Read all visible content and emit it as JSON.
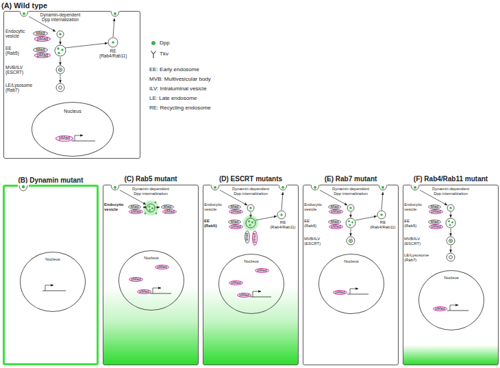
{
  "diagram": {
    "nodes": [
      {
        "text": [
          "(A) Wild type"
        ]
      },
      {
        "text": [
          "Mad"
        ],
        "in": 0
      },
      {
        "text": [
          "pMad"
        ],
        "in": 0
      },
      {
        "text": [
          "Mad"
        ],
        "in": 0
      },
      {
        "text": [
          "pMad"
        ],
        "in": 0
      },
      {
        "text": [
          "Nucleus"
        ],
        "in": 0
      },
      {
        "text": [
          "pMad"
        ],
        "in": 5
      },
      {
        "text": [
          "(B) Dynamin mutant"
        ]
      },
      {
        "text": [
          "Nucleus"
        ],
        "in": 7
      },
      {
        "text": [
          "(C) Rab5 mutant"
        ]
      },
      {
        "text": [
          "Mad"
        ],
        "in": 9
      },
      {
        "text": [
          "pMad"
        ],
        "in": 9
      },
      {
        "text": [
          "Mad"
        ],
        "in": 9
      },
      {
        "text": [
          "pMad"
        ],
        "in": 9
      },
      {
        "text": [
          "Nucleus"
        ],
        "in": 9
      },
      {
        "text": [
          "pMad"
        ],
        "in": 14
      },
      {
        "text": [
          "pMad"
        ],
        "in": 14
      },
      {
        "text": [
          "pMad"
        ],
        "in": 14
      },
      {
        "text": [
          "(D) ESCRT mutants"
        ]
      },
      {
        "text": [
          "Mad"
        ],
        "in": 18
      },
      {
        "text": [
          "pMad"
        ],
        "in": 18
      },
      {
        "text": [
          "Mad"
        ],
        "in": 18
      },
      {
        "text": [
          "pMad"
        ],
        "in": 18
      },
      {
        "text": [
          "Mad"
        ],
        "in": 18
      },
      {
        "text": [
          "pMad"
        ],
        "in": 18
      },
      {
        "text": [
          "Nucleus"
        ],
        "in": 18
      },
      {
        "text": [
          "pMad"
        ],
        "in": 25
      },
      {
        "text": [
          "pMad"
        ],
        "in": 25
      },
      {
        "text": [
          "pMad"
        ],
        "in": 25
      },
      {
        "text": [
          "(E) Rab7 mutant"
        ]
      },
      {
        "text": [
          "Mad"
        ],
        "in": 29
      },
      {
        "text": [
          "pMad"
        ],
        "in": 29
      },
      {
        "text": [
          "Mad"
        ],
        "in": 29
      },
      {
        "text": [
          "pMad"
        ],
        "in": 29
      },
      {
        "text": [
          "Nucleus"
        ],
        "in": 29
      },
      {
        "text": [
          "pMad"
        ],
        "in": 34
      },
      {
        "text": [
          "(F) Rab4/Rab11 mutant"
        ]
      },
      {
        "text": [
          "Mad"
        ],
        "in": 36
      },
      {
        "text": [
          "pMad"
        ],
        "in": 36
      },
      {
        "text": [
          "Mad"
        ],
        "in": 36
      },
      {
        "text": [
          "pMad"
        ],
        "in": 36
      },
      {
        "text": [
          "Nucleus"
        ],
        "in": 36
      },
      {
        "text": [
          "pMad"
        ],
        "in": 41
      }
    ],
    "labels": [
      "Dynamin-dependent Dpp internalization",
      "Endocytic vesicle",
      "EE (Rab5)",
      "MVB/ILV (ESCRT)",
      "LE/Lysosome (Rab7)",
      "RE (Rab4/Rab11)",
      "EE: Early endosome",
      "MVB: Multivesicular body",
      "ILV: Intraluminal vesicle",
      "LE: Late endosome",
      "RE: Recycling endosome",
      "Dynamin-dependent Dpp internalization",
      "Endocytic vesicle",
      "Dynamin-dependent Dpp internalization",
      "Endocytic vesicle",
      "EE (Rab5)",
      "RE (Rab4/Rab11)",
      "Dynamin-dependent Dpp internalization",
      "Endocytic vesicle",
      "EE (Rab5)",
      "MVB/ILV (ESCRT)",
      "RE (Rab4/Rab11)",
      "Dynamin-dependent Dpp internalization",
      "Endocytic vesicle",
      "EE (Rab5)",
      "MVB/ILV (ESCRT)",
      "LE/Lysosome (Rab7)"
    ],
    "legend": [
      {
        "text": "Dpp",
        "color": "#3cb44a"
      },
      {
        "text": "Tkv"
      }
    ]
  }
}
